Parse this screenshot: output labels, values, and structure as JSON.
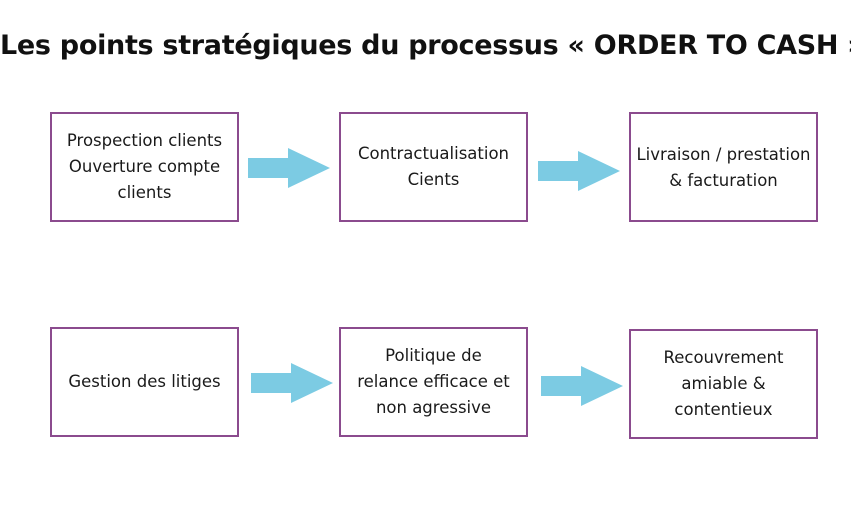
{
  "title": "Les points stratégiques du processus « ORDER TO CASH »",
  "colors": {
    "box_border": "#8b4b8e",
    "arrow_fill": "#7ccbe3"
  },
  "boxes": [
    {
      "lines": [
        "Prospection clients",
        "Ouverture compte",
        "clients"
      ]
    },
    {
      "lines": [
        "Contractualisation",
        "Cients"
      ]
    },
    {
      "lines": [
        "Livraison / prestation",
        "& facturation"
      ]
    },
    {
      "lines": [
        "Gestion des litiges"
      ]
    },
    {
      "lines": [
        "Politique de",
        "relance efficace et",
        "non agressive"
      ]
    },
    {
      "lines": [
        "Recouvrement",
        "amiable &",
        "contentieux"
      ]
    }
  ]
}
